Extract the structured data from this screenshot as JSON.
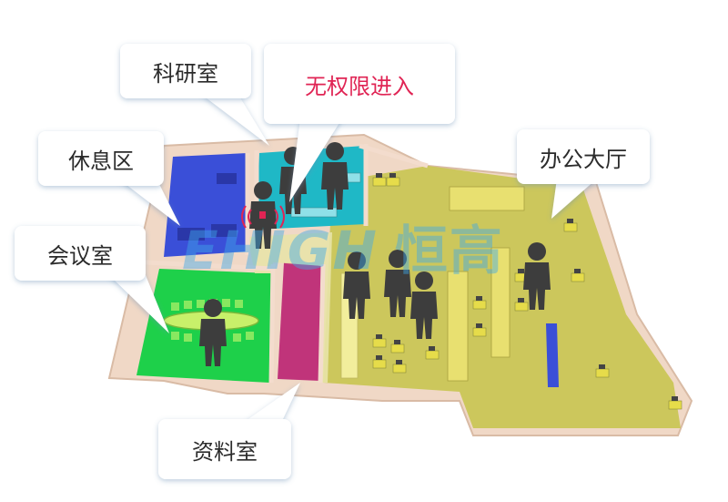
{
  "labels": {
    "research_room": "科研室",
    "no_permission": "无权限进入",
    "rest_area": "休息区",
    "office_hall": "办公大厅",
    "meeting_room": "会议室",
    "archive_room": "资料室"
  },
  "watermark": {
    "latin": "EHIGH",
    "cjk": "恒高"
  },
  "colors": {
    "rest_area": "#3a4fd8",
    "research_room": "#1fb8c6",
    "meeting_room": "#1ed04a",
    "archive_room": "#c0347a",
    "office_hall": "#c9c552",
    "walls": "#f2d9c9",
    "alert": "#e02454",
    "person": "#3d3d3d"
  }
}
